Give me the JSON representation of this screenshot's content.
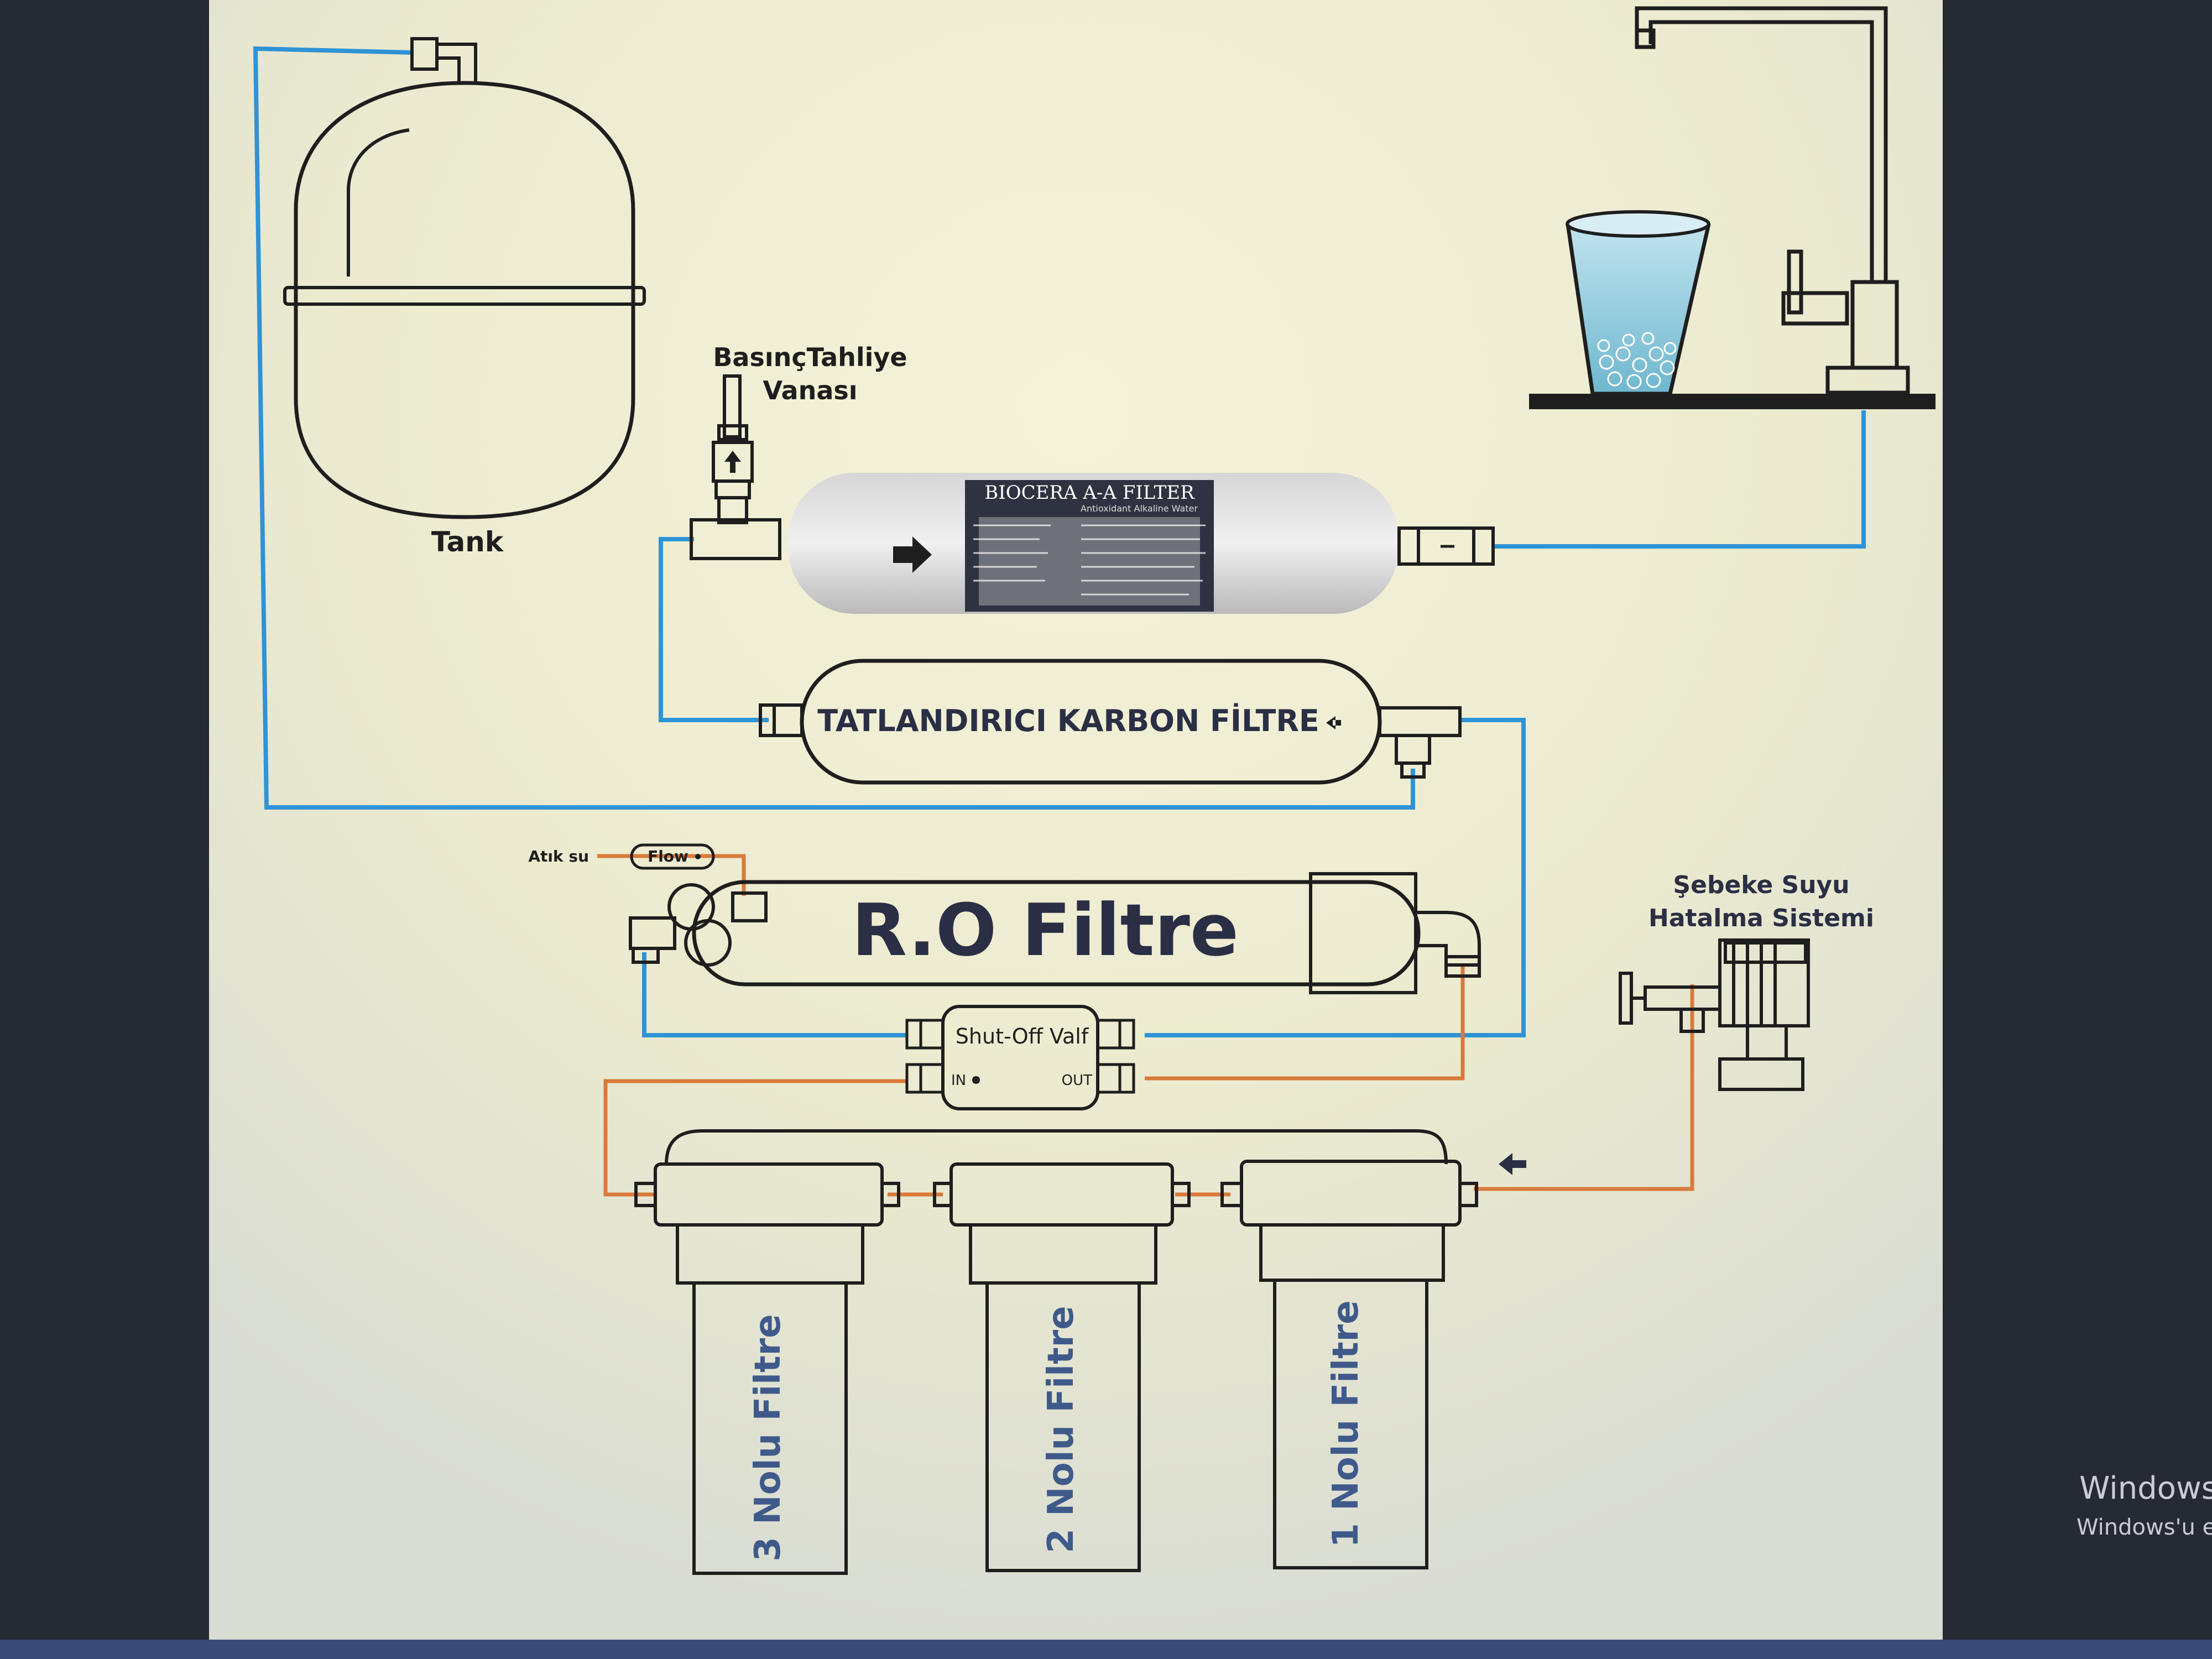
{
  "labels": {
    "tank": "Tank",
    "pressure_valve_line1": "BasınçTahliye",
    "pressure_valve_line2": "Vanası",
    "biocera_title": "BIOCERA A-A FILTER",
    "biocera_subtitle": "Antioxidant Alkaline Water",
    "carbon_filter": "TATLANDIRICI KARBON FİLTRE",
    "waste_water": "Atık su",
    "flow": "Flow",
    "ro_filter": "R.O Filtre",
    "shutoff_valve": "Shut-Off Valf",
    "valve_in": "IN",
    "valve_out": "OUT",
    "mains_line1": "Şebeke Suyu",
    "mains_line2": "Hatalma Sistemi",
    "filter3": "3 Nolu Filtre",
    "filter2": "2 Nolu Filtre",
    "filter1": "1 Nolu Filtre"
  },
  "desktop": {
    "watermark_line1": "Windows",
    "watermark_line2": "Windows'u e"
  },
  "colors": {
    "clean_water_pipe": "#2f93d6",
    "raw_water_pipe": "#d97a3a",
    "outline": "#1e1e1e",
    "label_text": "#2a2f45"
  }
}
